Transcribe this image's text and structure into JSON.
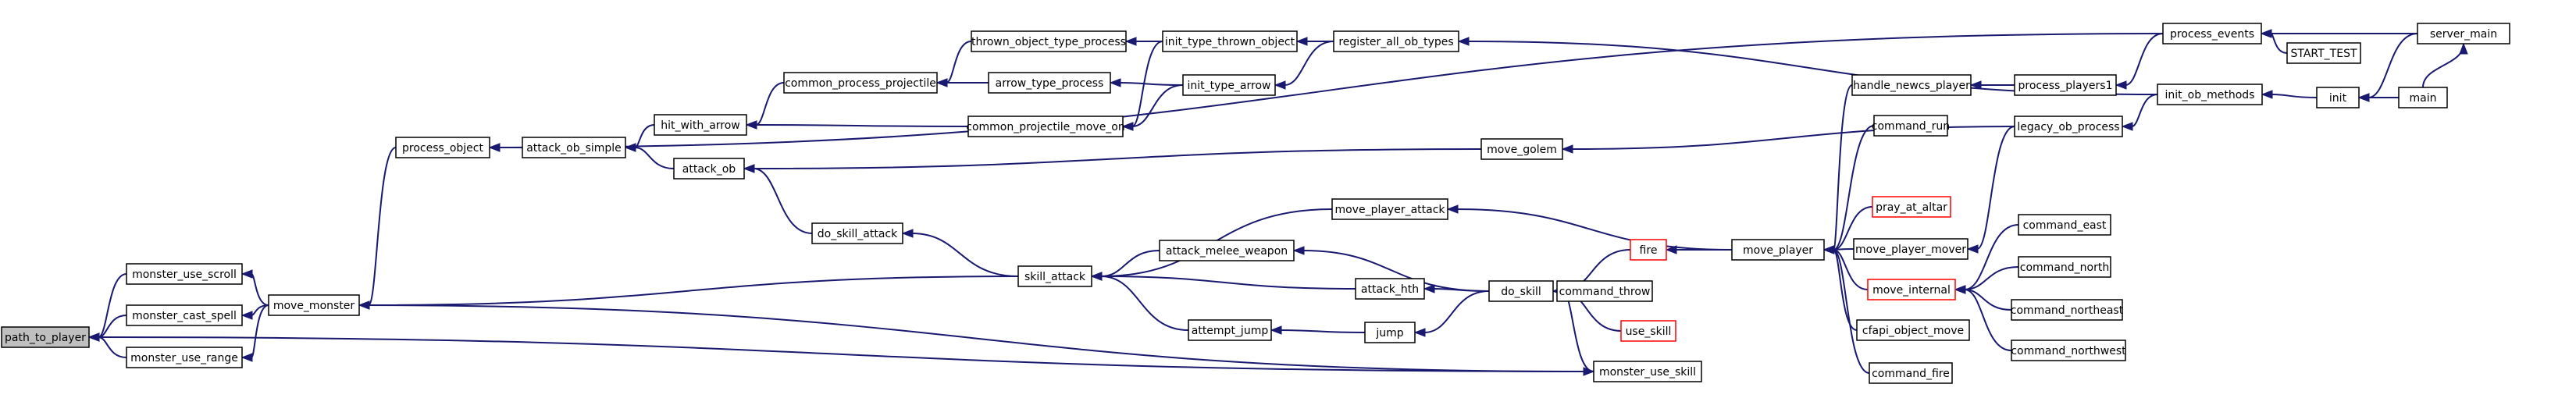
{
  "colors": {
    "edge": "#191970",
    "node_border": "#000000",
    "node_border_alt": "#ff0000",
    "current_fill": "#bfbfbf",
    "background": "#ffffff"
  },
  "nodes": [
    {
      "id": "path_to_player",
      "label": "path_to_player",
      "style": "current"
    },
    {
      "id": "monster_use_scroll",
      "label": "monster_use_scroll",
      "style": "normal"
    },
    {
      "id": "monster_cast_spell",
      "label": "monster_cast_spell",
      "style": "normal"
    },
    {
      "id": "monster_use_range",
      "label": "monster_use_range",
      "style": "normal"
    },
    {
      "id": "move_monster",
      "label": "move_monster",
      "style": "normal"
    },
    {
      "id": "process_object",
      "label": "process_object",
      "style": "normal"
    },
    {
      "id": "attack_ob_simple",
      "label": "attack_ob_simple",
      "style": "normal"
    },
    {
      "id": "hit_with_arrow",
      "label": "hit_with_arrow",
      "style": "normal"
    },
    {
      "id": "attack_ob",
      "label": "attack_ob",
      "style": "normal"
    },
    {
      "id": "common_process_projectile",
      "label": "common_process_projectile",
      "style": "normal"
    },
    {
      "id": "thrown_object_type_process",
      "label": "thrown_object_type_process",
      "style": "normal"
    },
    {
      "id": "arrow_type_process",
      "label": "arrow_type_process",
      "style": "normal"
    },
    {
      "id": "common_projectile_move_on",
      "label": "common_projectile_move_on",
      "style": "normal"
    },
    {
      "id": "init_type_thrown_object",
      "label": "init_type_thrown_object",
      "style": "normal"
    },
    {
      "id": "init_type_arrow",
      "label": "init_type_arrow",
      "style": "normal"
    },
    {
      "id": "register_all_ob_types",
      "label": "register_all_ob_types",
      "style": "normal"
    },
    {
      "id": "do_skill_attack",
      "label": "do_skill_attack",
      "style": "normal"
    },
    {
      "id": "skill_attack",
      "label": "skill_attack",
      "style": "normal"
    },
    {
      "id": "move_player_attack",
      "label": "move_player_attack",
      "style": "normal"
    },
    {
      "id": "attack_melee_weapon",
      "label": "attack_melee_weapon",
      "style": "normal"
    },
    {
      "id": "attack_hth",
      "label": "attack_hth",
      "style": "normal"
    },
    {
      "id": "attempt_jump",
      "label": "attempt_jump",
      "style": "normal"
    },
    {
      "id": "jump",
      "label": "jump",
      "style": "normal"
    },
    {
      "id": "do_skill",
      "label": "do_skill",
      "style": "normal"
    },
    {
      "id": "fire",
      "label": "fire",
      "style": "red"
    },
    {
      "id": "command_throw",
      "label": "command_throw",
      "style": "normal"
    },
    {
      "id": "use_skill",
      "label": "use_skill",
      "style": "red"
    },
    {
      "id": "monster_use_skill",
      "label": "monster_use_skill",
      "style": "normal"
    },
    {
      "id": "move_golem",
      "label": "move_golem",
      "style": "normal"
    },
    {
      "id": "move_player",
      "label": "move_player",
      "style": "normal"
    },
    {
      "id": "handle_newcs_player",
      "label": "handle_newcs_player",
      "style": "normal"
    },
    {
      "id": "command_run",
      "label": "command_run",
      "style": "normal"
    },
    {
      "id": "pray_at_altar",
      "label": "pray_at_altar",
      "style": "red"
    },
    {
      "id": "move_player_mover",
      "label": "move_player_mover",
      "style": "normal"
    },
    {
      "id": "move_internal",
      "label": "move_internal",
      "style": "red"
    },
    {
      "id": "cfapi_object_move",
      "label": "cfapi_object_move",
      "style": "normal"
    },
    {
      "id": "command_fire",
      "label": "command_fire",
      "style": "normal"
    },
    {
      "id": "process_players1",
      "label": "process_players1",
      "style": "normal"
    },
    {
      "id": "legacy_ob_process",
      "label": "legacy_ob_process",
      "style": "normal"
    },
    {
      "id": "command_east",
      "label": "command_east",
      "style": "normal"
    },
    {
      "id": "command_north",
      "label": "command_north",
      "style": "normal"
    },
    {
      "id": "command_northeast",
      "label": "command_northeast",
      "style": "normal"
    },
    {
      "id": "command_northwest",
      "label": "command_northwest",
      "style": "normal"
    },
    {
      "id": "process_events",
      "label": "process_events",
      "style": "normal"
    },
    {
      "id": "START_TEST",
      "label": "START_TEST",
      "style": "normal"
    },
    {
      "id": "init_ob_methods",
      "label": "init_ob_methods",
      "style": "normal"
    },
    {
      "id": "init",
      "label": "init",
      "style": "normal"
    },
    {
      "id": "server_main",
      "label": "server_main",
      "style": "normal"
    },
    {
      "id": "main",
      "label": "main",
      "style": "normal"
    }
  ],
  "edges": [
    [
      "monster_use_scroll",
      "path_to_player"
    ],
    [
      "monster_cast_spell",
      "path_to_player"
    ],
    [
      "monster_use_range",
      "path_to_player"
    ],
    [
      "monster_use_skill",
      "path_to_player"
    ],
    [
      "move_monster",
      "monster_use_scroll"
    ],
    [
      "move_monster",
      "monster_cast_spell"
    ],
    [
      "move_monster",
      "monster_use_range"
    ],
    [
      "process_object",
      "move_monster"
    ],
    [
      "process_events",
      "process_object"
    ],
    [
      "attack_ob_simple",
      "process_object"
    ],
    [
      "hit_with_arrow",
      "attack_ob_simple"
    ],
    [
      "attack_ob",
      "attack_ob_simple"
    ],
    [
      "common_process_projectile",
      "hit_with_arrow"
    ],
    [
      "common_projectile_move_on",
      "hit_with_arrow"
    ],
    [
      "thrown_object_type_process",
      "common_process_projectile"
    ],
    [
      "arrow_type_process",
      "common_process_projectile"
    ],
    [
      "init_type_thrown_object",
      "thrown_object_type_process"
    ],
    [
      "init_type_thrown_object",
      "common_projectile_move_on"
    ],
    [
      "init_type_arrow",
      "arrow_type_process"
    ],
    [
      "init_type_arrow",
      "common_projectile_move_on"
    ],
    [
      "register_all_ob_types",
      "init_type_thrown_object"
    ],
    [
      "register_all_ob_types",
      "init_type_arrow"
    ],
    [
      "init_ob_methods",
      "register_all_ob_types"
    ],
    [
      "move_golem",
      "attack_ob"
    ],
    [
      "do_skill_attack",
      "attack_ob"
    ],
    [
      "skill_attack",
      "do_skill_attack"
    ],
    [
      "skill_attack",
      "move_monster"
    ],
    [
      "move_player_attack",
      "skill_attack"
    ],
    [
      "attack_melee_weapon",
      "skill_attack"
    ],
    [
      "attack_hth",
      "skill_attack"
    ],
    [
      "attempt_jump",
      "skill_attack"
    ],
    [
      "jump",
      "attempt_jump"
    ],
    [
      "do_skill",
      "jump"
    ],
    [
      "do_skill",
      "attack_hth"
    ],
    [
      "do_skill",
      "attack_melee_weapon"
    ],
    [
      "fire",
      "do_skill"
    ],
    [
      "command_throw",
      "do_skill"
    ],
    [
      "use_skill",
      "do_skill"
    ],
    [
      "monster_use_skill",
      "do_skill"
    ],
    [
      "move_monster",
      "monster_use_skill"
    ],
    [
      "legacy_ob_process",
      "move_golem"
    ],
    [
      "move_player",
      "move_player_attack"
    ],
    [
      "move_player",
      "fire"
    ],
    [
      "handle_newcs_player",
      "move_player"
    ],
    [
      "command_run",
      "move_player"
    ],
    [
      "pray_at_altar",
      "move_player"
    ],
    [
      "move_player_mover",
      "move_player"
    ],
    [
      "move_internal",
      "move_player"
    ],
    [
      "cfapi_object_move",
      "move_player"
    ],
    [
      "command_fire",
      "move_player"
    ],
    [
      "process_players1",
      "handle_newcs_player"
    ],
    [
      "legacy_ob_process",
      "move_player_mover"
    ],
    [
      "init_ob_methods",
      "legacy_ob_process"
    ],
    [
      "command_east",
      "move_internal"
    ],
    [
      "command_north",
      "move_internal"
    ],
    [
      "command_northeast",
      "move_internal"
    ],
    [
      "command_northwest",
      "move_internal"
    ],
    [
      "process_events",
      "process_players1"
    ],
    [
      "START_TEST",
      "process_events"
    ],
    [
      "server_main",
      "process_events"
    ],
    [
      "init",
      "init_ob_methods"
    ],
    [
      "server_main",
      "init"
    ],
    [
      "main",
      "init"
    ],
    [
      "main",
      "server_main"
    ]
  ]
}
